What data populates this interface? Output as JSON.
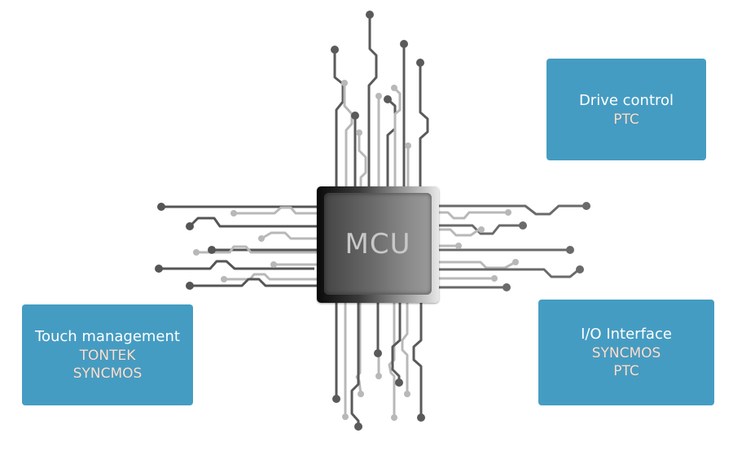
{
  "diagram": {
    "center": {
      "label": "MCU"
    },
    "boxes": {
      "drive": {
        "title": "Drive control",
        "vendors": [
          "PTC"
        ]
      },
      "touch": {
        "title": "Touch management",
        "vendors": [
          "TONTEK",
          "SYNCMOS"
        ]
      },
      "io": {
        "title": "I/O Interface",
        "vendors": [
          "SYNCMOS",
          "PTC"
        ]
      }
    },
    "colors": {
      "box_fill": "#459cc2",
      "title_text": "#ffffff",
      "vendor_text": "#ece4dc",
      "trace_dark": "#555555",
      "trace_light": "#b5b5b5"
    }
  }
}
